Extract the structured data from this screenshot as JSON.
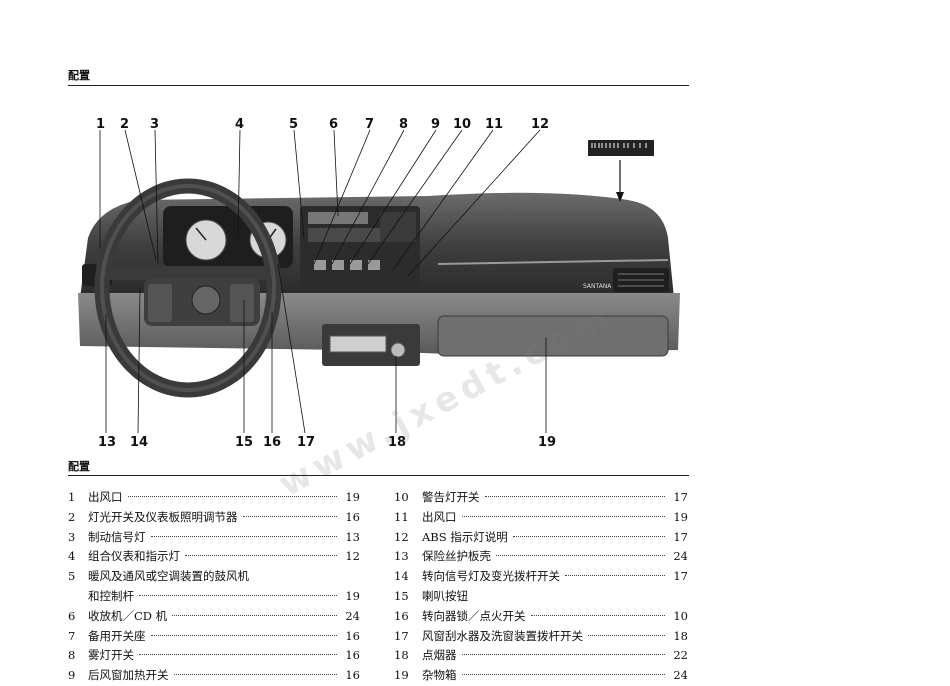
{
  "header": {
    "section_title": "配置"
  },
  "figure": {
    "callouts_top": [
      "1",
      "2",
      "3",
      "4",
      "5",
      "6",
      "7",
      "8",
      "9",
      "10",
      "11",
      "12"
    ],
    "callouts_bottom": [
      "13",
      "14",
      "15",
      "16",
      "17",
      "18",
      "19"
    ],
    "badge_text": "SANTANA",
    "watermark": "www.jxedt.com"
  },
  "legend": {
    "title": "配置",
    "left": [
      {
        "num": "1",
        "label": "出风口",
        "page": "19"
      },
      {
        "num": "2",
        "label": "灯光开关及仪表板照明调节器",
        "page": "16"
      },
      {
        "num": "3",
        "label": "制动信号灯",
        "page": "13"
      },
      {
        "num": "4",
        "label": "组合仪表和指示灯",
        "page": "12"
      },
      {
        "num": "5",
        "label": "暖风及通风或空调装置的鼓风机",
        "page": ""
      },
      {
        "num": "",
        "label": "和控制杆",
        "page": "19"
      },
      {
        "num": "6",
        "label": "收放机／CD 机",
        "page": "24"
      },
      {
        "num": "7",
        "label": "备用开关座",
        "page": "16"
      },
      {
        "num": "8",
        "label": "雾灯开关",
        "page": "16"
      },
      {
        "num": "9",
        "label": "后风窗加热开关",
        "page": "16"
      }
    ],
    "right": [
      {
        "num": "10",
        "label": "警告灯开关",
        "page": "17"
      },
      {
        "num": "11",
        "label": "出风口",
        "page": "19"
      },
      {
        "num": "12",
        "label": "ABS 指示灯说明",
        "page": "17"
      },
      {
        "num": "13",
        "label": "保险丝护板壳",
        "page": "24"
      },
      {
        "num": "14",
        "label": "转向信号灯及变光拨杆开关",
        "page": "17"
      },
      {
        "num": "15",
        "label": "喇叭按钮",
        "page": ""
      },
      {
        "num": "16",
        "label": "转向器锁／点火开关",
        "page": "10"
      },
      {
        "num": "17",
        "label": "风窗刮水器及洗窗装置拨杆开关",
        "page": "18"
      },
      {
        "num": "18",
        "label": "点烟器",
        "page": "22"
      },
      {
        "num": "19",
        "label": "杂物箱",
        "page": "24"
      }
    ]
  }
}
